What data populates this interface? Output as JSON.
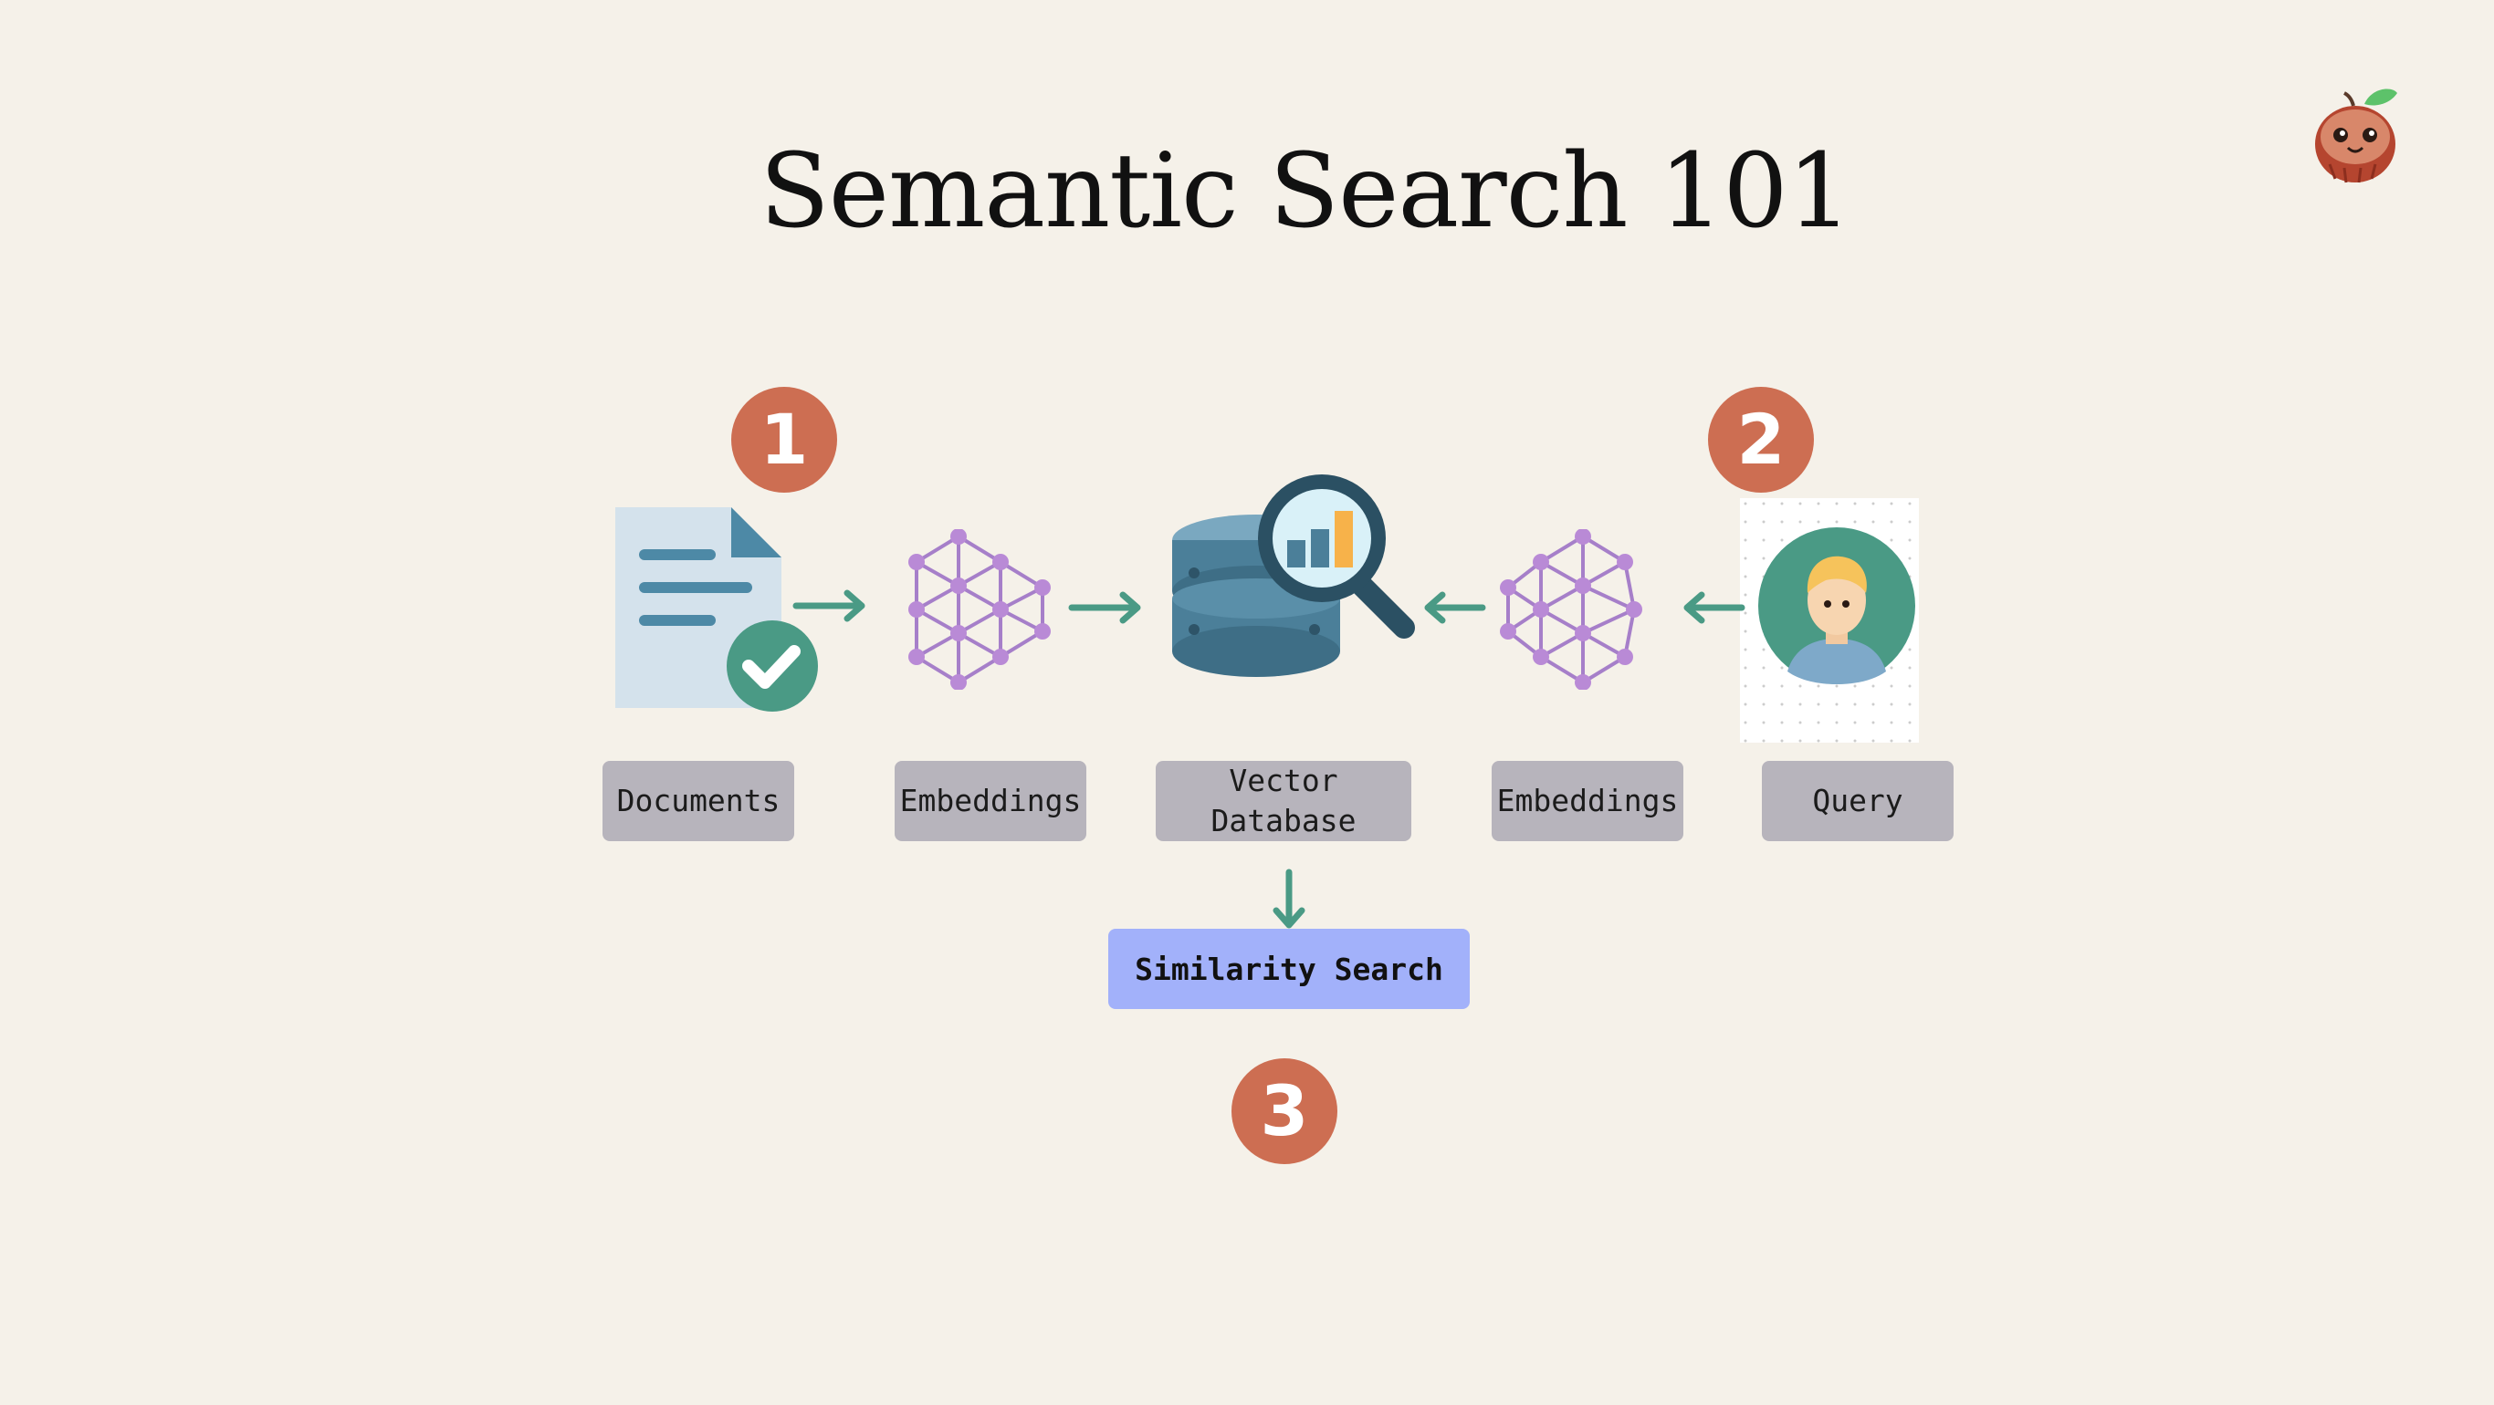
{
  "title": "Semantic Search 101",
  "steps": [
    "1",
    "2",
    "3"
  ],
  "labels": {
    "documents": "Documents",
    "embeddings_left": "Embeddings",
    "vector_database": "Vector\nDatabase",
    "embeddings_right": "Embeddings",
    "query": "Query"
  },
  "similarity_search": "Similarity Search",
  "colors": {
    "background": "#f5f1e9",
    "step_circle": "#cd6e52",
    "arrow": "#4a9a85",
    "label_box": "#b7b4bc",
    "similarity_box": "#a2b1fa",
    "network_nodes": "#b98ad6"
  },
  "icons": [
    "logo-icon",
    "document-check-icon",
    "neural-network-icon",
    "database-search-icon",
    "user-avatar-icon"
  ]
}
